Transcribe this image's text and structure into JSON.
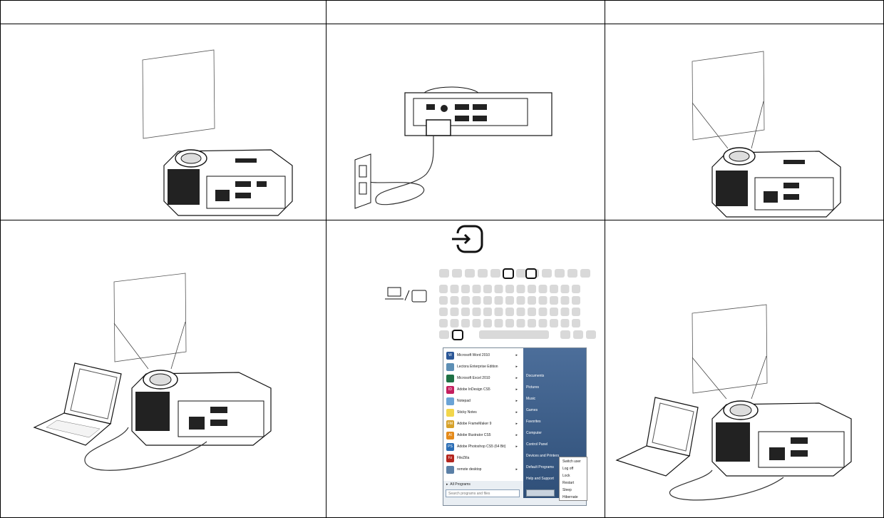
{
  "header": {
    "col1": "",
    "col2": "",
    "col3": ""
  },
  "start_menu": {
    "programs": [
      {
        "label": "Microsoft Word 2010",
        "color": "#2b5797",
        "glyph": "W",
        "has_arrow": true
      },
      {
        "label": "Lectora Enterprise Edition",
        "color": "#5d8fb5",
        "glyph": "",
        "has_arrow": true
      },
      {
        "label": "Microsoft Excel 2010",
        "color": "#1e7145",
        "glyph": "",
        "has_arrow": true
      },
      {
        "label": "Adobe InDesign CS5",
        "color": "#c41f5e",
        "glyph": "ID",
        "has_arrow": true
      },
      {
        "label": "Notepad",
        "color": "#6aa3d6",
        "glyph": "",
        "has_arrow": true
      },
      {
        "label": "Sticky Notes",
        "color": "#f2d64b",
        "glyph": "",
        "has_arrow": true
      },
      {
        "label": "Adobe FrameMaker 9",
        "color": "#d6a12a",
        "glyph": "FM",
        "has_arrow": true
      },
      {
        "label": "Adobe Illustrator CS5",
        "color": "#e48a1b",
        "glyph": "AI",
        "has_arrow": true
      },
      {
        "label": "Adobe Photoshop CS5 (64 Bit)",
        "color": "#2a6db5",
        "glyph": "PS",
        "has_arrow": true
      },
      {
        "label": "FileZilla",
        "color": "#b4261f",
        "glyph": "Fz",
        "has_arrow": false
      },
      {
        "label": "remote desktop",
        "color": "#5a7fa6",
        "glyph": "",
        "has_arrow": true
      }
    ],
    "all_programs": "All Programs",
    "search_placeholder": "Search programs and files",
    "right_items": [
      "Documents",
      "Pictures",
      "Music",
      "Games",
      "Favorites",
      "Computer",
      "Control Panel",
      "Devices and Printers",
      "Default Programs",
      "Help and Support"
    ],
    "shutdown_submenu": [
      "Switch user",
      "Log off",
      "Lock",
      "Restart",
      "Sleep",
      "Hibernate"
    ]
  },
  "icons": {
    "source_icon": "input-source-icon",
    "laptop_monitor": "laptop-monitor-toggle-icon"
  },
  "colors": {
    "line": "#000000",
    "key": "#d9d9d9",
    "menu_bg": "#e9eef3",
    "menu_right": "#3d5f8a"
  }
}
